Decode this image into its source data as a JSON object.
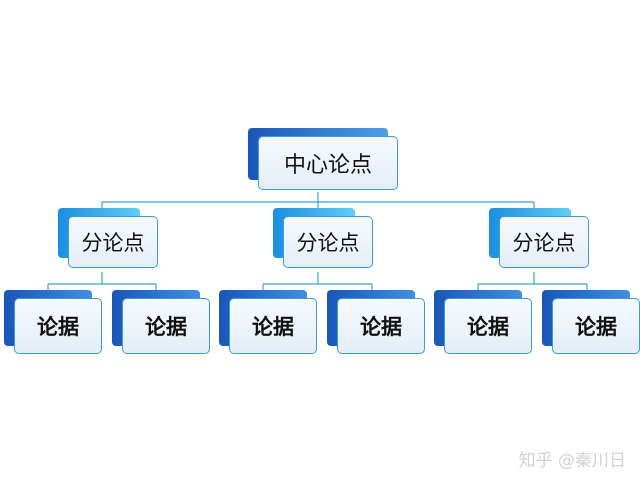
{
  "diagram": {
    "central": {
      "label": "中心论点"
    },
    "branches": [
      {
        "label": "分论点",
        "leaves": [
          "论据",
          "论据"
        ]
      },
      {
        "label": "分论点",
        "leaves": [
          "论据",
          "论据"
        ]
      },
      {
        "label": "分论点",
        "leaves": [
          "论据",
          "论据"
        ]
      }
    ]
  },
  "watermark": "知乎 @秦川日",
  "colors": {
    "connector": "#3a9fd0",
    "border": "#3a9fd0",
    "central_shadow": "#1a56b8",
    "sub_shadow": "#1a8ee0",
    "leaf_shadow": "#1a56b8"
  }
}
